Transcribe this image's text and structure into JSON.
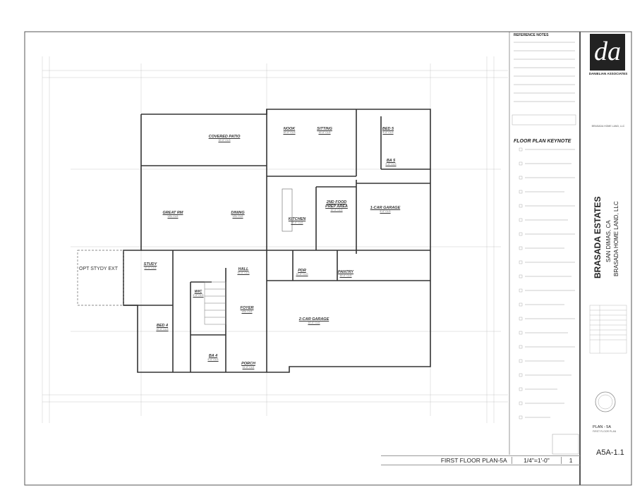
{
  "sheet": {
    "title": "FIRST FLOOR PLAN-5A",
    "scale": "1/4\"=1'-0\"",
    "detail_number": "1",
    "sheet_number": "A5A-1.1"
  },
  "notes": {
    "reference_heading": "REFERENCE NOTES",
    "keynote_heading": "FLOOR PLAN KEYNOTE"
  },
  "title_block": {
    "firm_logo_text": "da",
    "firm_name": "DANIELIAN ASSOCIATES",
    "client": "BRASADA HOME LAND, LLC",
    "project_name": "BRASADA ESTATES",
    "location": "SAN DIMAS, CA",
    "owner": "BRASADA HOME LAND, LLC",
    "plan": "PLAN - 5A",
    "plan_desc": "FIRST FLOOR PLAN"
  },
  "rooms": [
    {
      "name": "COVERED PATIO",
      "ceiling": "10'-0\" CLG"
    },
    {
      "name": "NOOK",
      "ceiling": "10'-0\" CLG"
    },
    {
      "name": "SITTING",
      "ceiling": "10'-0\" CLG"
    },
    {
      "name": "BED 5",
      "ceiling": "9'-0\" CLG"
    },
    {
      "name": "BA 5",
      "ceiling": "9'-0\" CLG"
    },
    {
      "name": "GREAT RM",
      "ceiling": "VOL CLG"
    },
    {
      "name": "DINING",
      "ceiling": "VOL CLG"
    },
    {
      "name": "KITCHEN",
      "ceiling": "10'-0\" CLG"
    },
    {
      "name": "2ND FOOD PREP AREA",
      "ceiling": "10'-0\" CLG"
    },
    {
      "name": "1-CAR GARAGE",
      "ceiling": "9'-0\" CLG"
    },
    {
      "name": "STUDY",
      "ceiling": "10'-0\" CLG"
    },
    {
      "name": "HALL",
      "ceiling": "10'-0\" CLG"
    },
    {
      "name": "PDR",
      "ceiling": "10'-0\" CLG"
    },
    {
      "name": "PANTRY",
      "ceiling": "10'-0\" CLG"
    },
    {
      "name": "WIC",
      "ceiling": "9'-0\" CLG"
    },
    {
      "name": "FOYER",
      "ceiling": "VOL CLG"
    },
    {
      "name": "2-CAR GARAGE",
      "ceiling": "10'-0\" CLG"
    },
    {
      "name": "BED 4",
      "ceiling": "10'-0\" CLG"
    },
    {
      "name": "BA 4",
      "ceiling": "9'-0\" CLG"
    },
    {
      "name": "PORCH",
      "ceiling": "11'-0\" CLG"
    }
  ],
  "option_label": "OPT STYDY EXT"
}
